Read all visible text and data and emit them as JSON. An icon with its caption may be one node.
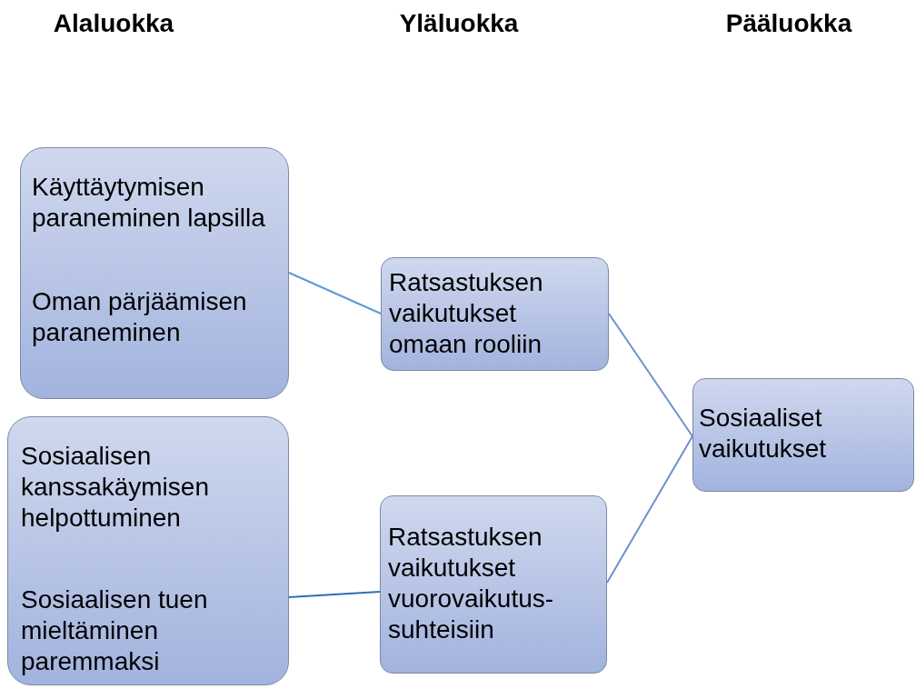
{
  "diagram": {
    "nodes": [
      {
        "text": [
          "Käyttäytymisen paraneminen lapsilla",
          "Oman pärjäämisen paraneminen"
        ]
      },
      {
        "text": [
          "Sosiaalisen kanssakäymisen helpottuminen",
          "Sosiaalisen tuen mieltäminen paremmaksi"
        ]
      },
      {
        "text": [
          "Ratsastuksen vaikutukset omaan rooliin"
        ]
      },
      {
        "text": [
          "Ratsastuksen vaikutukset vuorovaikutus- suhteisiin"
        ]
      },
      {
        "text": [
          "Sosiaaliset vaikutukset"
        ]
      }
    ],
    "edges": [
      {
        "from": 0,
        "to": 2,
        "arrow": "none",
        "color": "#5b9bd5"
      },
      {
        "from": 1,
        "to": 3,
        "arrow": "none",
        "color": "#2e6fb5"
      },
      {
        "from": 2,
        "to": 4,
        "arrow": "none"
      },
      {
        "from": 3,
        "to": 4,
        "arrow": "none"
      }
    ],
    "labels": [
      "Alaluokka",
      "Yläluokka",
      "Pääluokka"
    ]
  }
}
